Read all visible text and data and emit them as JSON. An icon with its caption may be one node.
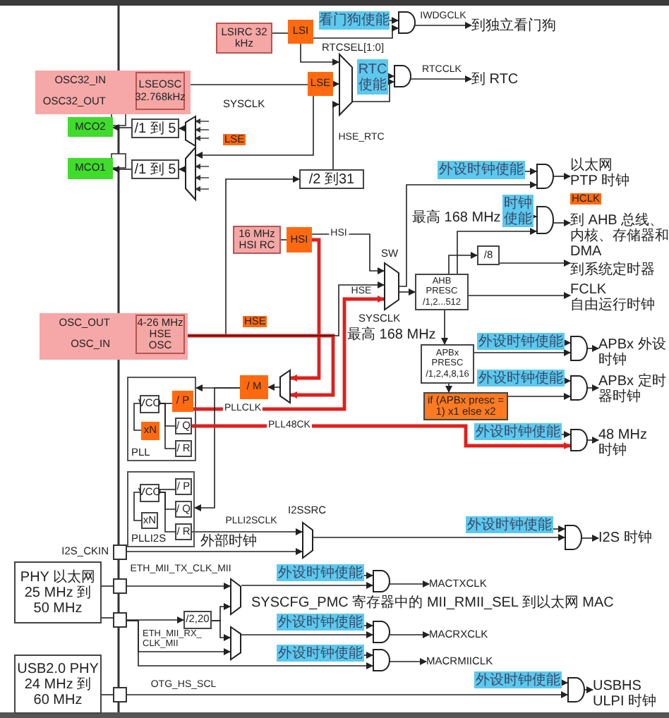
{
  "diagram": {
    "nodes": [
      {
        "text": [
          "LSIRC 32 kHz"
        ]
      },
      {
        "text": [
          "LSI"
        ]
      },
      {
        "text": [
          "看门狗使能"
        ]
      },
      {
        "text": [],
        "shape": "gate"
      },
      {
        "text": [
          "到独立看门狗"
        ]
      },
      {
        "text": [
          "RTC 使能"
        ]
      },
      {
        "text": [],
        "shape": "gate"
      },
      {
        "text": [
          "到 RTC"
        ]
      },
      {
        "text": [],
        "shape": "trapezoid",
        "beside": [
          "RTCSEL[1:0]"
        ]
      },
      {
        "text": [
          "OSC32_IN",
          "OSC32_OUT"
        ]
      },
      {
        "text": [
          "LSEOSC 32.768kHz"
        ],
        "in": 9
      },
      {
        "text": [
          "LSE"
        ]
      },
      {
        "text": [
          "MCO2"
        ]
      },
      {
        "text": [
          "/1 到 5"
        ]
      },
      {
        "text": [],
        "shape": "trapezoid"
      },
      {
        "text": [
          "MCO1"
        ]
      },
      {
        "text": [
          "/1 到 5"
        ]
      },
      {
        "text": [],
        "shape": "trapezoid"
      },
      {
        "text": [
          "/2 到31"
        ]
      },
      {
        "text": [
          "16 MHz HSI RC"
        ]
      },
      {
        "text": [
          "HSI"
        ]
      },
      {
        "text": [
          "OSC_OUT",
          "OSC_IN"
        ]
      },
      {
        "text": [
          "4-26 MHz HSE OSC"
        ],
        "in": 21
      },
      {
        "text": [],
        "shape": "trapezoid"
      },
      {
        "text": [
          "/ M"
        ]
      },
      {
        "text": [
          "PLL"
        ]
      },
      {
        "text": [
          "VCO"
        ],
        "in": 25
      },
      {
        "text": [
          "xN"
        ],
        "in": 25
      },
      {
        "text": [
          "/ P"
        ],
        "in": 25
      },
      {
        "text": [
          "/ Q"
        ],
        "in": 25
      },
      {
        "text": [
          "/ R"
        ],
        "in": 25
      },
      {
        "text": [
          "PLLI2S"
        ]
      },
      {
        "text": [
          "VCO"
        ],
        "in": 31
      },
      {
        "text": [
          "xN"
        ],
        "in": 31
      },
      {
        "text": [
          "/ P"
        ],
        "in": 31
      },
      {
        "text": [
          "/ Q"
        ],
        "in": 31
      },
      {
        "text": [
          "/ R"
        ],
        "in": 31
      },
      {
        "text": [],
        "shape": "trapezoid",
        "beside": [
          "SW"
        ]
      },
      {
        "text": [
          "AHB PRESC /1,2...512"
        ]
      },
      {
        "text": [
          "/8"
        ]
      },
      {
        "text": [
          "外设时钟使能"
        ]
      },
      {
        "text": [],
        "shape": "gate"
      },
      {
        "text": [
          "以太网 PTP 时钟"
        ]
      },
      {
        "text": [
          "时钟使能"
        ]
      },
      {
        "text": [],
        "shape": "gate"
      },
      {
        "text": [
          "到 AHB 总线、内核、存储器和 DMA"
        ]
      },
      {
        "text": [
          "到系统定时器"
        ]
      },
      {
        "text": [
          "FCLK",
          "自由运行时钟"
        ]
      },
      {
        "text": [
          "APBx PRESC /1,2,4,8,16"
        ]
      },
      {
        "text": [
          "外设时钟使能"
        ]
      },
      {
        "text": [],
        "shape": "gate"
      },
      {
        "text": [
          "APBx 外设时钟"
        ]
      },
      {
        "text": [
          "外设时钟使能"
        ]
      },
      {
        "text": [],
        "shape": "gate"
      },
      {
        "text": [
          "APBx 定时器时钟"
        ]
      },
      {
        "text": [
          "if (APBx presc = 1) x1 else x2"
        ]
      },
      {
        "text": [
          "外设时钟使能"
        ]
      },
      {
        "text": [],
        "shape": "gate"
      },
      {
        "text": [
          "48 MHz 时钟"
        ]
      },
      {
        "text": [],
        "shape": "trapezoid",
        "beside": [
          "I2SSRC"
        ]
      },
      {
        "text": [
          "外设时钟使能"
        ]
      },
      {
        "text": [],
        "shape": "gate"
      },
      {
        "text": [
          "I2S 时钟"
        ]
      },
      {
        "text": [],
        "shape": "box",
        "beside": [
          "I2S_CKIN"
        ]
      },
      {
        "text": [
          "PHY 以太网",
          "25 MHz 到 50 MHz"
        ]
      },
      {
        "text": [],
        "shape": "box"
      },
      {
        "text": [],
        "shape": "box"
      },
      {
        "text": [
          "/2,20"
        ]
      },
      {
        "text": [],
        "shape": "trapezoid"
      },
      {
        "text": [],
        "shape": "trapezoid"
      },
      {
        "text": [
          "外设时钟使能"
        ]
      },
      {
        "text": [],
        "shape": "gate"
      },
      {
        "text": [
          "MACTXCLK"
        ]
      },
      {
        "text": [
          "外设时钟使能"
        ]
      },
      {
        "text": [],
        "shape": "gate"
      },
      {
        "text": [
          "MACRXCLK"
        ]
      },
      {
        "text": [
          "外设时钟使能"
        ]
      },
      {
        "text": [],
        "shape": "gate"
      },
      {
        "text": [
          "MACRMIICLK"
        ]
      },
      {
        "text": [
          "USB2.0 PHY",
          "24 MHz 到 60 MHz"
        ]
      },
      {
        "text": [],
        "shape": "box"
      },
      {
        "text": [
          "外设时钟使能"
        ]
      },
      {
        "text": [],
        "shape": "gate"
      },
      {
        "text": [
          "USBHS ULPI 时钟"
        ]
      }
    ],
    "edges": [
      {
        "from": 0,
        "to": 1,
        "arrow": "none"
      },
      {
        "from": 1,
        "to": 3,
        "arrow": "to"
      },
      {
        "from": 2,
        "to": 3,
        "arrow": "to"
      },
      {
        "from": 3,
        "to": 4,
        "arrow": "to",
        "label": "IWDGCLK"
      },
      {
        "from": 1,
        "to": 8,
        "arrow": "to"
      },
      {
        "from": 5,
        "to": 6,
        "arrow": "to"
      },
      {
        "from": 6,
        "to": 7,
        "arrow": "to",
        "label": "RTCCLK"
      },
      {
        "from": 8,
        "to": 6,
        "arrow": "to"
      },
      {
        "from": 10,
        "to": 11,
        "arrow": "none"
      },
      {
        "from": 11,
        "to": 8,
        "arrow": "to"
      },
      {
        "from": 18,
        "to": 8,
        "arrow": "to",
        "label": "HSE_RTC"
      },
      {
        "from": 22,
        "to": 18,
        "arrow": "to"
      },
      {
        "from": 13,
        "to": 12,
        "arrow": "to"
      },
      {
        "from": 14,
        "to": 13,
        "arrow": "to"
      },
      {
        "from": 16,
        "to": 15,
        "arrow": "to"
      },
      {
        "from": 17,
        "to": 16,
        "arrow": "to"
      },
      {
        "from": 11,
        "to": 17,
        "arrow": "to"
      },
      {
        "from": 19,
        "to": 20,
        "arrow": "none"
      },
      {
        "from": 20,
        "to": 23,
        "arrow": "to",
        "style": "thick",
        "color": "#e0201c"
      },
      {
        "from": 22,
        "to": 23,
        "arrow": "to",
        "style": "thick",
        "color": "#e0201c"
      },
      {
        "from": 20,
        "to": 37,
        "arrow": "to",
        "label": "HSI"
      },
      {
        "from": 22,
        "to": 37,
        "arrow": "to",
        "label": "HSE"
      },
      {
        "from": 28,
        "to": 37,
        "arrow": "to",
        "label": "PLLCLK",
        "style": "thick",
        "color": "#e0201c"
      },
      {
        "from": 23,
        "to": 24,
        "arrow": "to"
      },
      {
        "from": 24,
        "to": 25,
        "arrow": "to"
      },
      {
        "from": 24,
        "to": 31,
        "arrow": "to"
      },
      {
        "from": 29,
        "to": 57,
        "arrow": "to",
        "label": "PLL48CK",
        "style": "thick",
        "color": "#e0201c"
      },
      {
        "from": 26,
        "to": 28,
        "arrow": "none"
      },
      {
        "from": 26,
        "to": 29,
        "arrow": "none"
      },
      {
        "from": 26,
        "to": 30,
        "arrow": "none"
      },
      {
        "from": 27,
        "to": 26,
        "arrow": "none"
      },
      {
        "from": 32,
        "to": 34,
        "arrow": "none"
      },
      {
        "from": 32,
        "to": 35,
        "arrow": "none"
      },
      {
        "from": 32,
        "to": 36,
        "arrow": "none"
      },
      {
        "from": 33,
        "to": 32,
        "arrow": "none"
      },
      {
        "from": 36,
        "to": 59,
        "arrow": "to",
        "label": "PLLI2SCLK"
      },
      {
        "from": 63,
        "to": 59,
        "arrow": "to",
        "label": "外部时钟"
      },
      {
        "from": 59,
        "to": 61,
        "arrow": "to"
      },
      {
        "from": 60,
        "to": 61,
        "arrow": "to"
      },
      {
        "from": 61,
        "to": 62,
        "arrow": "to"
      },
      {
        "from": 37,
        "to": 38,
        "arrow": "to"
      },
      {
        "from": 38,
        "to": 39,
        "arrow": "to"
      },
      {
        "from": 38,
        "to": 44,
        "arrow": "to"
      },
      {
        "from": 37,
        "to": 41,
        "arrow": "to"
      },
      {
        "from": 40,
        "to": 41,
        "arrow": "to"
      },
      {
        "from": 41,
        "to": 42,
        "arrow": "to"
      },
      {
        "from": 43,
        "to": 44,
        "arrow": "to"
      },
      {
        "from": 44,
        "to": 45,
        "arrow": "to"
      },
      {
        "from": 39,
        "to": 46,
        "arrow": "to"
      },
      {
        "from": 38,
        "to": 47,
        "arrow": "to"
      },
      {
        "from": 38,
        "to": 48,
        "arrow": "to"
      },
      {
        "from": 48,
        "to": 50,
        "arrow": "to"
      },
      {
        "from": 49,
        "to": 50,
        "arrow": "to"
      },
      {
        "from": 50,
        "to": 51,
        "arrow": "to"
      },
      {
        "from": 48,
        "to": 55,
        "arrow": "to"
      },
      {
        "from": 55,
        "to": 53,
        "arrow": "to"
      },
      {
        "from": 52,
        "to": 53,
        "arrow": "to"
      },
      {
        "from": 53,
        "to": 54,
        "arrow": "to"
      },
      {
        "from": 56,
        "to": 57,
        "arrow": "to"
      },
      {
        "from": 57,
        "to": 58,
        "arrow": "to"
      },
      {
        "from": 64,
        "to": 65,
        "arrow": "none"
      },
      {
        "from": 64,
        "to": 66,
        "arrow": "none"
      },
      {
        "from": 65,
        "to": 68,
        "arrow": "to",
        "label": "ETH_MII_TX_CLK_MII"
      },
      {
        "from": 66,
        "to": 67,
        "arrow": "to"
      },
      {
        "from": 67,
        "to": 68,
        "arrow": "to"
      },
      {
        "from": 67,
        "to": 69,
        "arrow": "to"
      },
      {
        "from": 66,
        "to": 69,
        "arrow": "to",
        "label": "ETH_MII_RX_ CLK_MII"
      },
      {
        "from": 68,
        "to": 71,
        "arrow": "to"
      },
      {
        "from": 70,
        "to": 71,
        "arrow": "to"
      },
      {
        "from": 71,
        "to": 72,
        "arrow": "to"
      },
      {
        "from": 69,
        "to": 74,
        "arrow": "to"
      },
      {
        "from": 73,
        "to": 74,
        "arrow": "to"
      },
      {
        "from": 74,
        "to": 75,
        "arrow": "to"
      },
      {
        "from": 66,
        "to": 77,
        "arrow": "to"
      },
      {
        "from": 76,
        "to": 77,
        "arrow": "to"
      },
      {
        "from": 77,
        "to": 78,
        "arrow": "to"
      },
      {
        "from": 79,
        "to": 80,
        "arrow": "none"
      },
      {
        "from": 80,
        "to": 82,
        "arrow": "to",
        "label": "OTG_HS_SCL"
      },
      {
        "from": 81,
        "to": 82,
        "arrow": "to"
      },
      {
        "from": 82,
        "to": 83,
        "arrow": "to"
      }
    ],
    "labels": [
      "SYSCLK",
      "LSE",
      "最高 168 MHz",
      "HCLK",
      "HSE",
      "SYSCLK",
      "最高 168 MHz",
      "SYSCFG_PMC 寄存器中的 MII_RMII_SEL 到以太网 MAC"
    ]
  }
}
